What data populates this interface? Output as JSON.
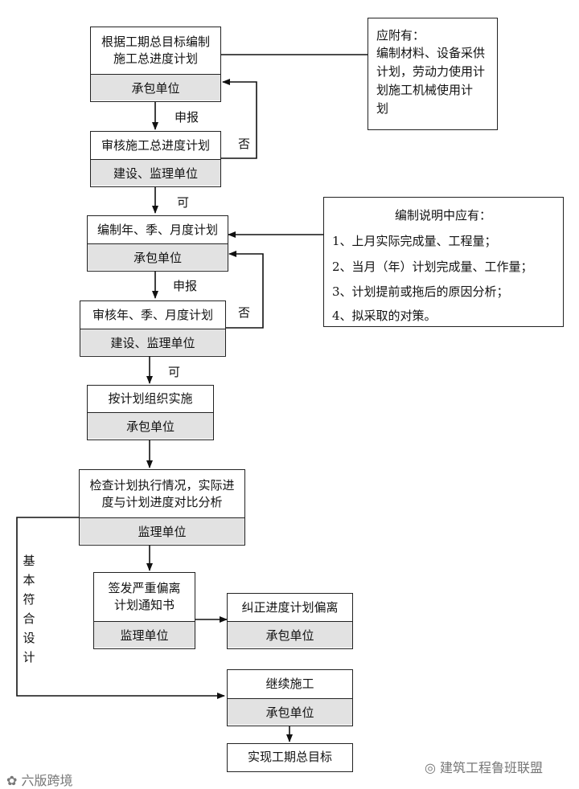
{
  "flow": {
    "b1": {
      "top": "根据工期总目标编制施工总进度计划",
      "bottom": "承包单位"
    },
    "b2": {
      "top": "审核施工总进度计划",
      "bottom": "建设、监理单位"
    },
    "b3": {
      "top": "编制年、季、月度计划",
      "bottom": "承包单位"
    },
    "b4": {
      "top": "审核年、季、月度计划",
      "bottom": "建设、监理单位"
    },
    "b5": {
      "top": "按计划组织实施",
      "bottom": "承包单位"
    },
    "b6": {
      "top": "检查计划执行情况，实际进度与计划进度对比分析",
      "bottom": "监理单位"
    },
    "b7": {
      "top": "签发严重偏离计划通知书",
      "bottom": "监理单位"
    },
    "b8": {
      "top": "纠正进度计划偏离",
      "bottom": "承包单位"
    },
    "b9": {
      "top": "继续施工",
      "bottom": "承包单位"
    },
    "b10": {
      "top": "实现工期总目标"
    }
  },
  "labels": {
    "report1": "申报",
    "no1": "否",
    "yes1": "可",
    "report2": "申报",
    "no2": "否",
    "yes2": "可",
    "basic": "基本符合设计"
  },
  "note1": {
    "title": "应附有：",
    "lines": [
      "编制材料、设备采供",
      "计划，劳动力使用计",
      "划施工机械使用计",
      "划"
    ]
  },
  "note2": {
    "title": "编制说明中应有：",
    "items": [
      "1、上月实际完成量、工程量；",
      "2、当月（年）计划完成量、工作量；",
      "3、计划提前或拖后的原因分析；",
      "4、拟采取的对策。"
    ]
  },
  "watermarks": {
    "left": "六版跨境",
    "right": "建筑工程鲁班联盟"
  }
}
